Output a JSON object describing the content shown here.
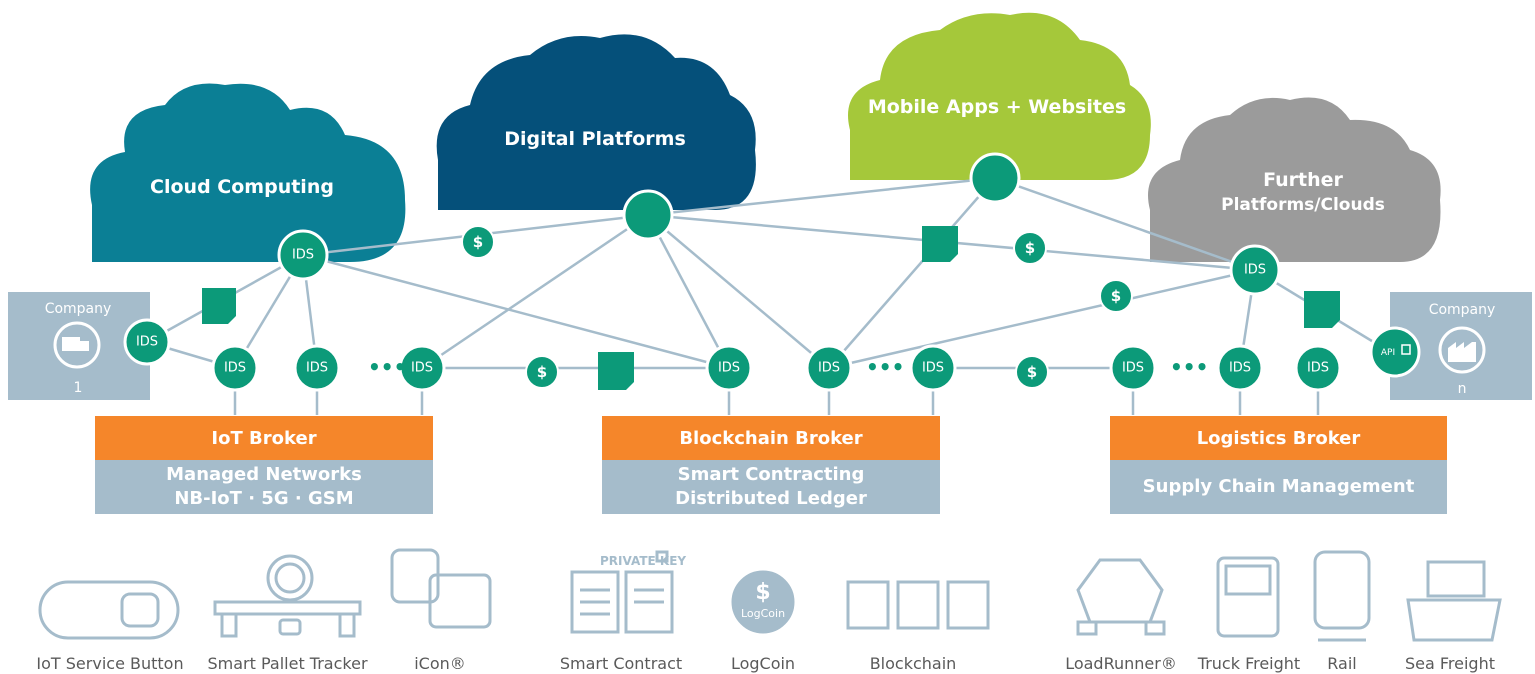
{
  "clouds": {
    "cloud_computing": "Cloud Computing",
    "digital_platforms": "Digital Platforms",
    "mobile_apps": "Mobile Apps + Websites",
    "further_line1": "Further",
    "further_line2": "Platforms/Clouds"
  },
  "node_label": "IDS",
  "api_label": "API",
  "currency_symbol": "$",
  "ellipsis": "•••",
  "company_left": {
    "title": "Company",
    "number": "1"
  },
  "company_right": {
    "title": "Company",
    "number": "n"
  },
  "brokers": {
    "iot": {
      "title": "IoT Broker",
      "line1": "Managed Networks",
      "line2": "NB-IoT · 5G · GSM"
    },
    "blockchain": {
      "title": "Blockchain Broker",
      "line1": "Smart Contracting",
      "line2": "Distributed Ledger"
    },
    "logistics": {
      "title": "Logistics Broker",
      "line1": "Supply Chain Management"
    }
  },
  "devices": {
    "iot_service_button": "IoT Service Button",
    "smart_pallet_tracker": "Smart Pallet Tracker",
    "icon": "iCon®",
    "smart_contract": "Smart Contract",
    "logcoin": "LogCoin",
    "blockchain": "Blockchain",
    "loadrunner": "LoadRunner®",
    "truck_freight": "Truck Freight",
    "rail": "Rail",
    "sea_freight": "Sea Freight"
  },
  "icon_text": {
    "private_key": "PRIVATE KEY",
    "logcoin_symbol": "$",
    "logcoin_word": "LogCoin"
  },
  "colors": {
    "cloud_computing": "#0b7f95",
    "digital_platforms": "#05507a",
    "mobile_apps": "#a5c83a",
    "further": "#9b9b9b",
    "node": "#0c9a79",
    "broker": "#f5862a",
    "broker_sub": "#a5bccb",
    "company": "#a5bccb"
  }
}
